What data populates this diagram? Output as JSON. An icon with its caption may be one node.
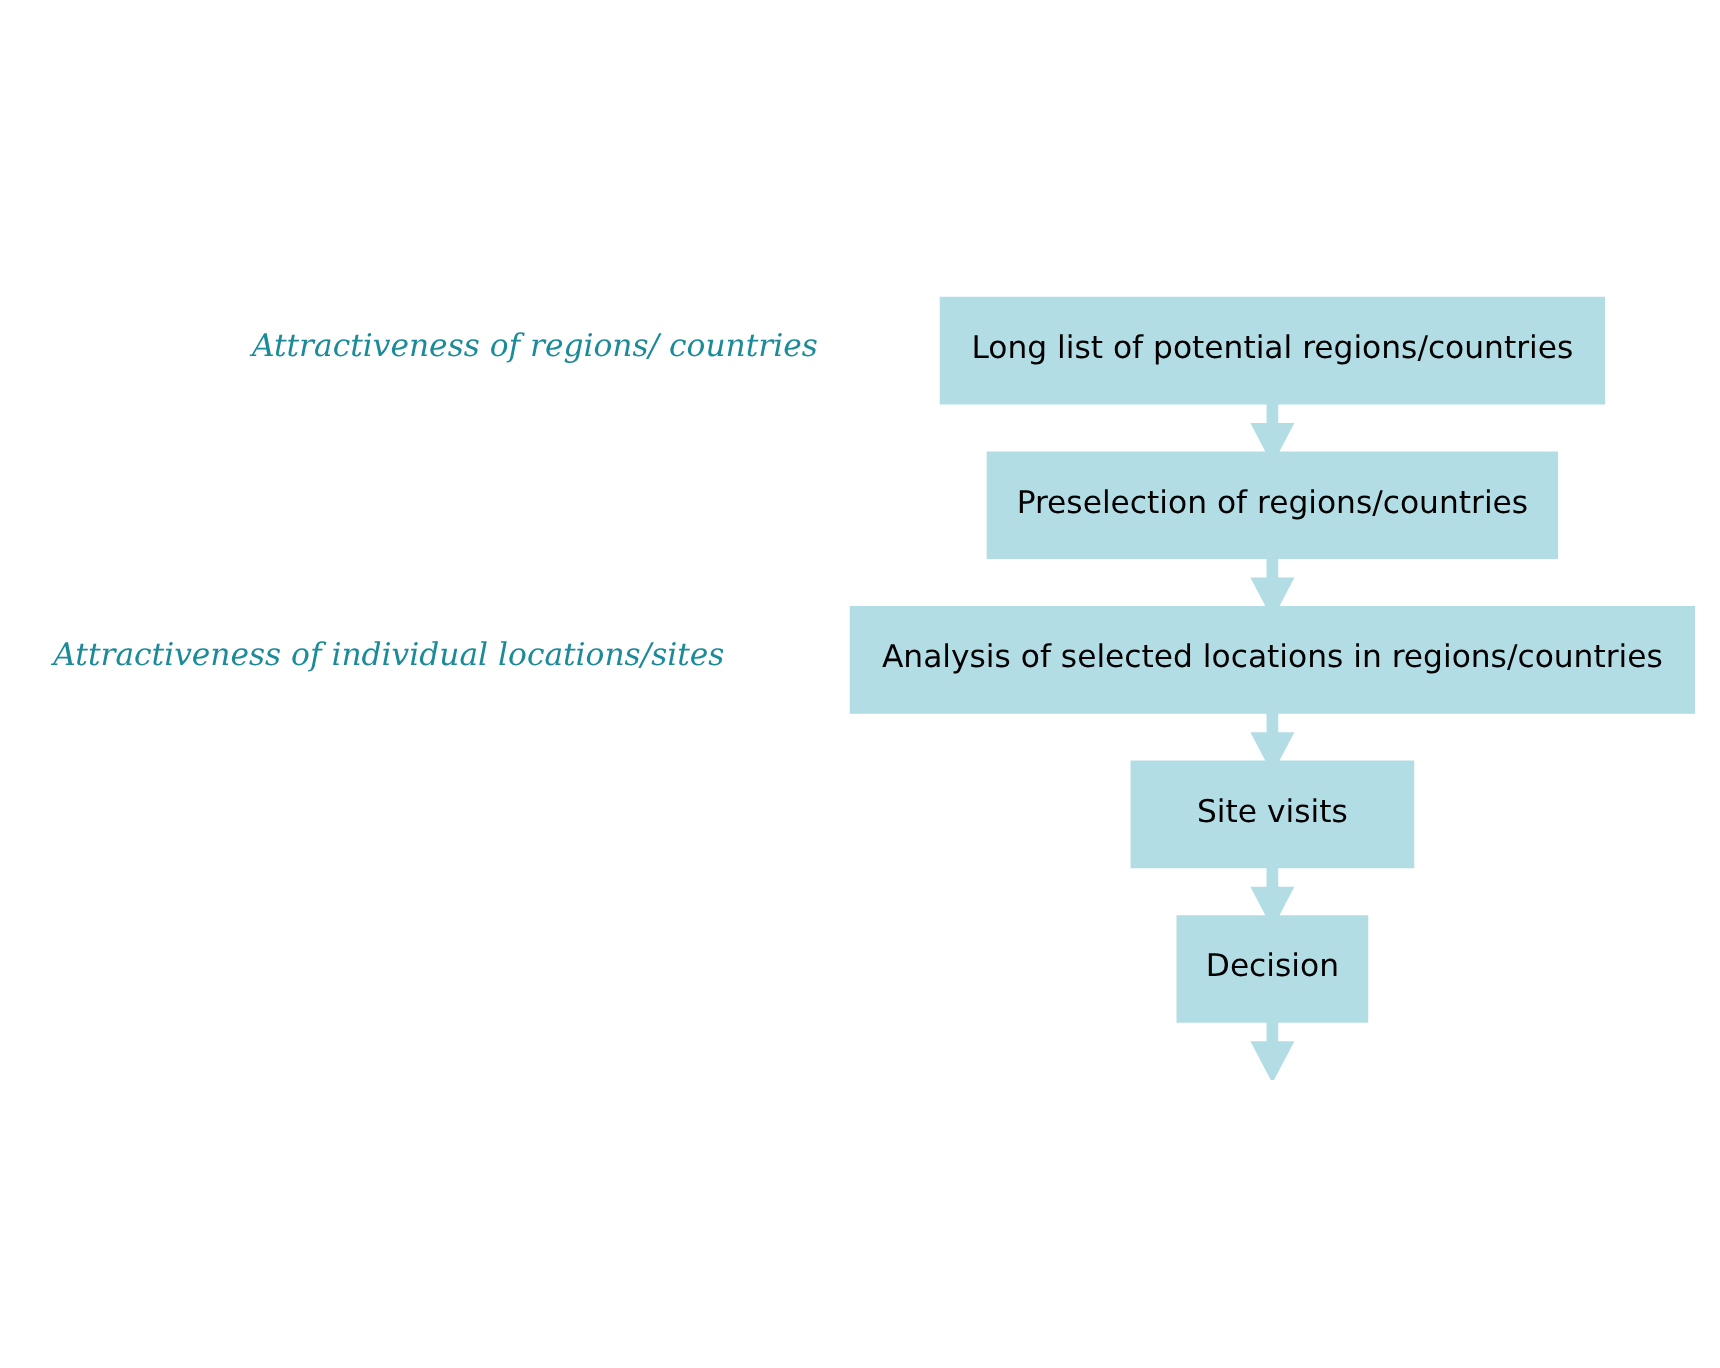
{
  "diagram": {
    "nodes": [
      {
        "text": [
          "Long list of potential regions/countries"
        ]
      },
      {
        "text": [
          "Preselection of regions/countries"
        ]
      },
      {
        "text": [
          "Analysis of selected locations in regions/countries"
        ]
      },
      {
        "text": [
          "Site visits"
        ]
      },
      {
        "text": [
          "Decision"
        ]
      }
    ],
    "edges": [
      {
        "from": 0,
        "to": 1,
        "arrow": "to"
      },
      {
        "from": 1,
        "to": 2,
        "arrow": "to"
      },
      {
        "from": 2,
        "to": 3,
        "arrow": "to"
      },
      {
        "from": 3,
        "to": 4,
        "arrow": "to"
      },
      {
        "from": 4,
        "to": null,
        "arrow": "to"
      }
    ],
    "labels": [
      "Attractiveness of regions/ countries",
      "Attractiveness of individual locations/sites"
    ]
  }
}
